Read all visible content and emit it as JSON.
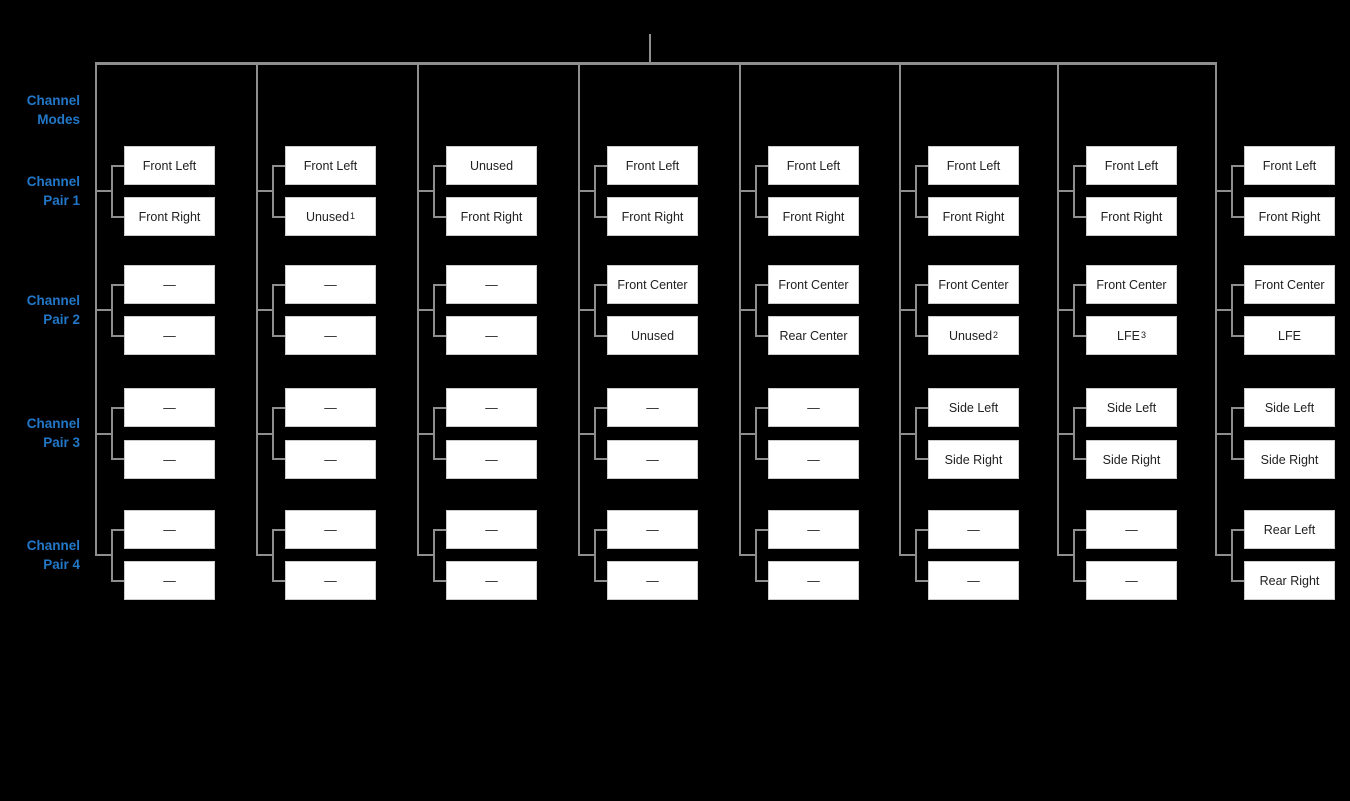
{
  "diagram": {
    "left_labels": [
      {
        "line1": "Channel",
        "line2": "Modes"
      },
      {
        "line1": "Channel",
        "line2": "Pair 1"
      },
      {
        "line1": "Channel",
        "line2": "Pair 2"
      },
      {
        "line1": "Channel",
        "line2": "Pair 3"
      },
      {
        "line1": "Channel",
        "line2": "Pair 4"
      }
    ],
    "columns": [
      {
        "pairs": [
          {
            "channels": [
              {
                "label": "Front Left"
              },
              {
                "label": "Front Right"
              }
            ]
          },
          {
            "channels": [
              {
                "label": "—"
              },
              {
                "label": "—"
              }
            ]
          },
          {
            "channels": [
              {
                "label": "—"
              },
              {
                "label": "—"
              }
            ]
          },
          {
            "channels": [
              {
                "label": "—"
              },
              {
                "label": "—"
              }
            ]
          }
        ]
      },
      {
        "pairs": [
          {
            "channels": [
              {
                "label": "Front Left"
              },
              {
                "label": "Unused",
                "sup": "1"
              }
            ]
          },
          {
            "channels": [
              {
                "label": "—"
              },
              {
                "label": "—"
              }
            ]
          },
          {
            "channels": [
              {
                "label": "—"
              },
              {
                "label": "—"
              }
            ]
          },
          {
            "channels": [
              {
                "label": "—"
              },
              {
                "label": "—"
              }
            ]
          }
        ]
      },
      {
        "pairs": [
          {
            "channels": [
              {
                "label": "Unused"
              },
              {
                "label": "Front Right"
              }
            ]
          },
          {
            "channels": [
              {
                "label": "—"
              },
              {
                "label": "—"
              }
            ]
          },
          {
            "channels": [
              {
                "label": "—"
              },
              {
                "label": "—"
              }
            ]
          },
          {
            "channels": [
              {
                "label": "—"
              },
              {
                "label": "—"
              }
            ]
          }
        ]
      },
      {
        "pairs": [
          {
            "channels": [
              {
                "label": "Front Left"
              },
              {
                "label": "Front Right"
              }
            ]
          },
          {
            "channels": [
              {
                "label": "Front Center"
              },
              {
                "label": "Unused"
              }
            ]
          },
          {
            "channels": [
              {
                "label": "—"
              },
              {
                "label": "—"
              }
            ]
          },
          {
            "channels": [
              {
                "label": "—"
              },
              {
                "label": "—"
              }
            ]
          }
        ]
      },
      {
        "pairs": [
          {
            "channels": [
              {
                "label": "Front Left"
              },
              {
                "label": "Front Right"
              }
            ]
          },
          {
            "channels": [
              {
                "label": "Front Center"
              },
              {
                "label": "Rear Center"
              }
            ]
          },
          {
            "channels": [
              {
                "label": "—"
              },
              {
                "label": "—"
              }
            ]
          },
          {
            "channels": [
              {
                "label": "—"
              },
              {
                "label": "—"
              }
            ]
          }
        ]
      },
      {
        "pairs": [
          {
            "channels": [
              {
                "label": "Front Left"
              },
              {
                "label": "Front Right"
              }
            ]
          },
          {
            "channels": [
              {
                "label": "Front Center"
              },
              {
                "label": "Unused",
                "sup": "2"
              }
            ]
          },
          {
            "channels": [
              {
                "label": "Side Left"
              },
              {
                "label": "Side Right"
              }
            ]
          },
          {
            "channels": [
              {
                "label": "—"
              },
              {
                "label": "—"
              }
            ]
          }
        ]
      },
      {
        "pairs": [
          {
            "channels": [
              {
                "label": "Front Left"
              },
              {
                "label": "Front Right"
              }
            ]
          },
          {
            "channels": [
              {
                "label": "Front Center"
              },
              {
                "label": "LFE",
                "sup": "3"
              }
            ]
          },
          {
            "channels": [
              {
                "label": "Side Left"
              },
              {
                "label": "Side Right"
              }
            ]
          },
          {
            "channels": [
              {
                "label": "—"
              },
              {
                "label": "—"
              }
            ]
          }
        ]
      },
      {
        "pairs": [
          {
            "channels": [
              {
                "label": "Front Left"
              },
              {
                "label": "Front Right"
              }
            ]
          },
          {
            "channels": [
              {
                "label": "Front Center"
              },
              {
                "label": "LFE"
              }
            ]
          },
          {
            "channels": [
              {
                "label": "Side Left"
              },
              {
                "label": "Side Right"
              }
            ]
          },
          {
            "channels": [
              {
                "label": "Rear Left"
              },
              {
                "label": "Rear Right"
              }
            ]
          }
        ]
      }
    ],
    "colors": {
      "background": "#000000",
      "line": "#8e8e8e",
      "box_fill": "#ffffff",
      "box_border": "#cccccc",
      "box_text": "#212121",
      "label_blue": "#2277c8"
    }
  }
}
